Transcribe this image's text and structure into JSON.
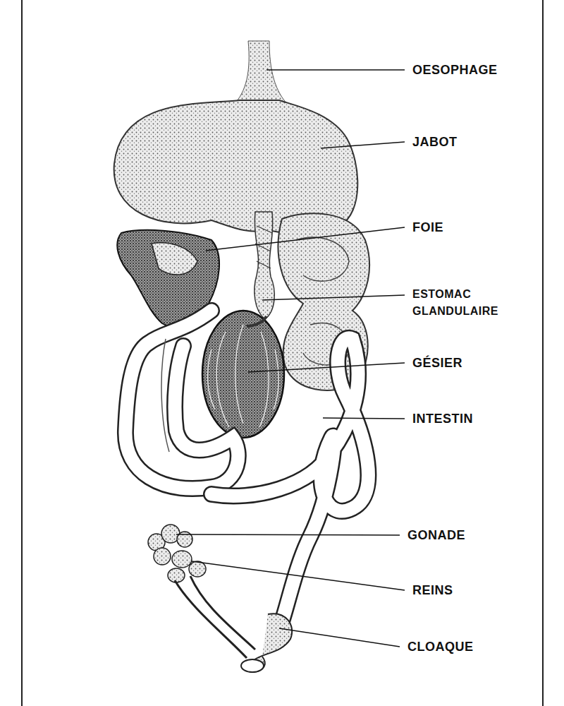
{
  "diagram": {
    "labels": [
      "OESOPHAGE",
      "JABOT",
      "FOIE",
      "ESTOMAC GLANDULAIRE",
      "GÉSIER",
      "INTESTIN",
      "GONADE",
      "REINS",
      "CLOAQUE"
    ]
  }
}
